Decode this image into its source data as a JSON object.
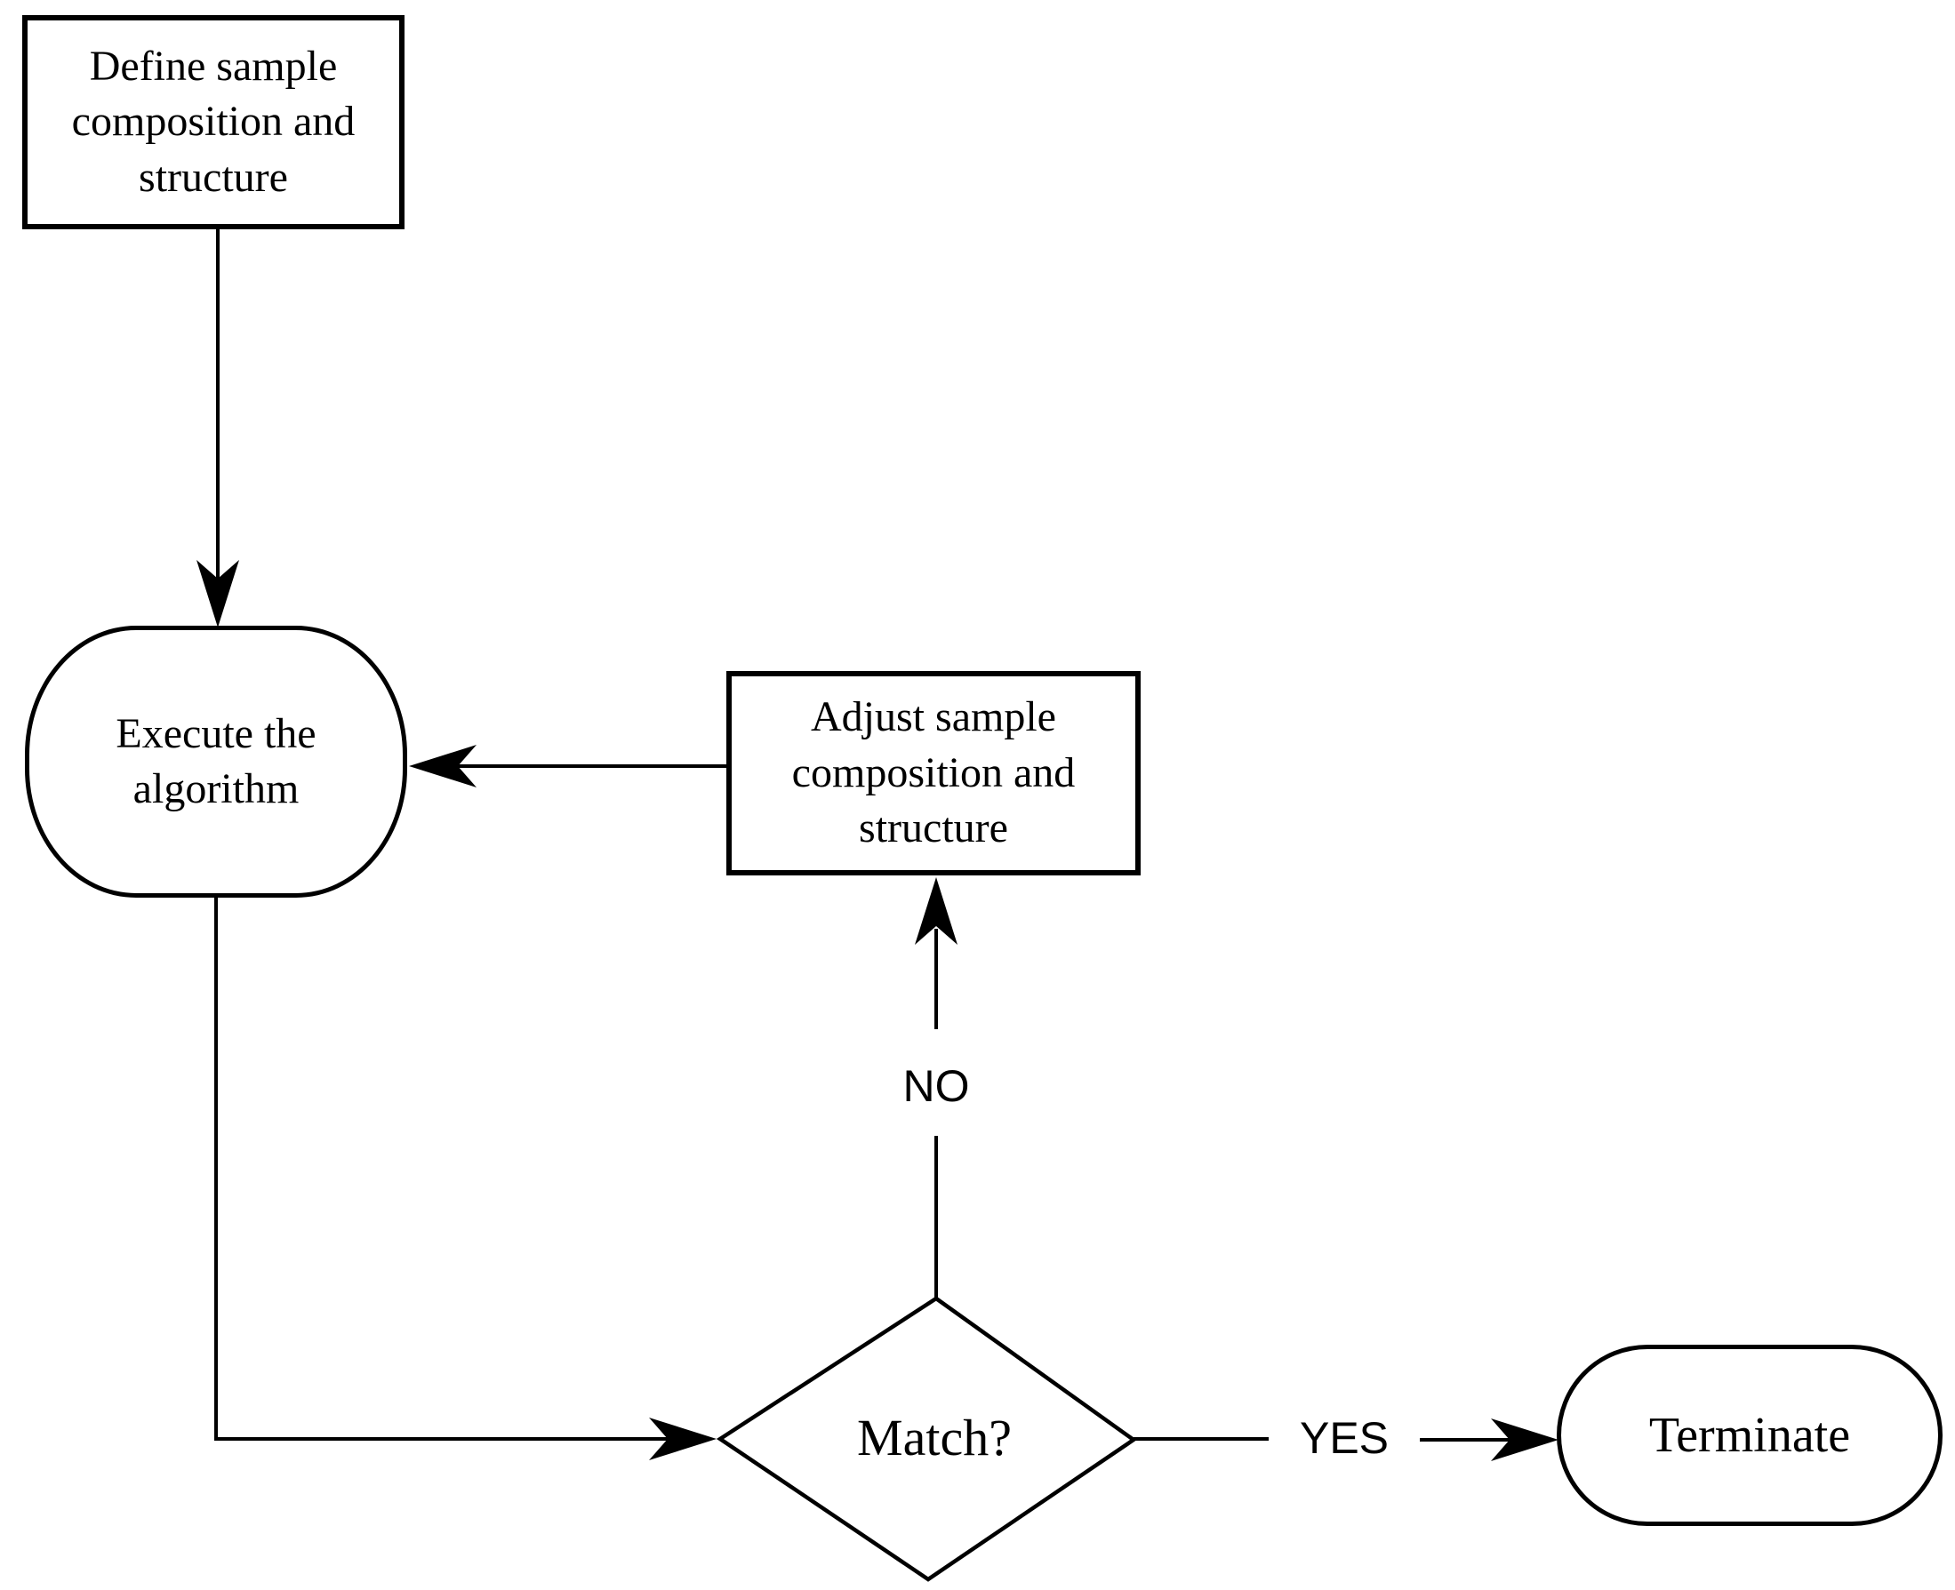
{
  "diagram": {
    "type": "flowchart",
    "background_color": "#ffffff",
    "stroke_color": "#000000",
    "text_color": "#000000",
    "nodes": {
      "define": {
        "shape": "rectangle",
        "label": "Define sample\ncomposition and\nstructure"
      },
      "execute": {
        "shape": "stadium",
        "label": "Execute the\nalgorithm"
      },
      "adjust": {
        "shape": "rectangle",
        "label": "Adjust sample\ncomposition and\nstructure"
      },
      "match": {
        "shape": "diamond",
        "label": "Match?"
      },
      "terminate": {
        "shape": "stadium",
        "label": "Terminate"
      }
    },
    "edge_labels": {
      "no": "NO",
      "yes": "YES"
    },
    "edges": [
      {
        "from": "define",
        "to": "execute",
        "label": ""
      },
      {
        "from": "adjust",
        "to": "execute",
        "label": ""
      },
      {
        "from": "execute",
        "to": "match",
        "label": ""
      },
      {
        "from": "match",
        "to": "adjust",
        "label": "NO"
      },
      {
        "from": "match",
        "to": "terminate",
        "label": "YES"
      }
    ]
  }
}
